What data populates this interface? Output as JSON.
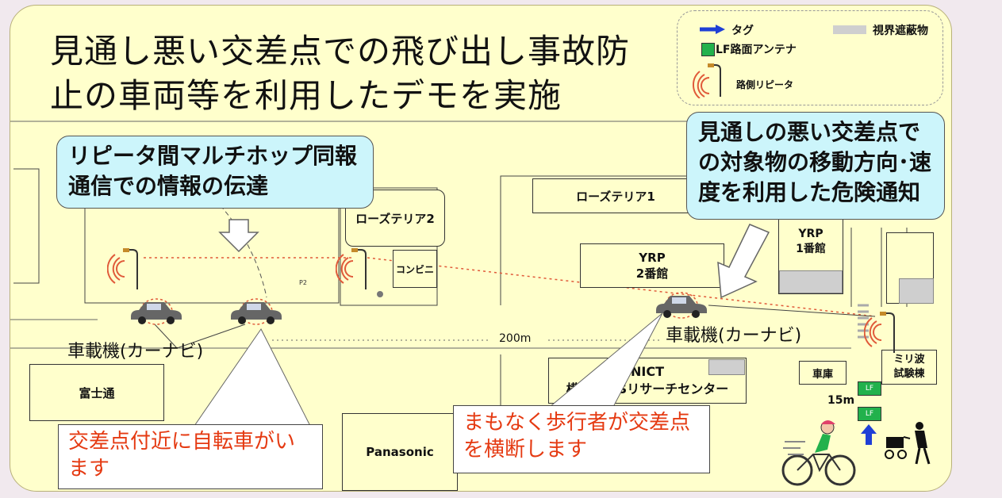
{
  "title": {
    "line1": "見通し悪い交差点での飛び出し事故防",
    "line2": "止の車両等を利用したデモを実施"
  },
  "legend": {
    "tag": "タグ",
    "obstruction": "視界遮蔽物",
    "antenna": "LF路面アンテナ",
    "repeater": "路側リピータ"
  },
  "callouts": {
    "multihop": "リピータ間マルチホップ同報通信での情報の伝達",
    "danger": "見通しの悪い交差点での対象物の移動方向･速度を利用した危険通知",
    "bicycle": "交差点付近に自転車がいます",
    "pedestrian": "まもなく歩行者が交差点を横断します"
  },
  "buildings": {
    "roastaria1": "ローズテリア1",
    "roastaria2": "ローズテリア2",
    "conbini": "コンビニ",
    "yrp2_line1": "YRP",
    "yrp2_line2": "2番館",
    "yrp1_line1": "YRP",
    "yrp1_line2": "1番館",
    "fujitsu": "富士通",
    "panasonic": "Panasonic",
    "nict_line1": "NICT",
    "nict_line2": "横須賀ITSリサーチセンター",
    "garage": "車庫",
    "mmwave_line1": "ミリ波",
    "mmwave_line2": "試験棟"
  },
  "labels": {
    "onboard_left": "車載機(カーナビ)",
    "onboard_right": "車載機(カーナビ)",
    "distance_200": "200m",
    "distance_15": "15m",
    "antenna_text": "LF",
    "p2": "P2"
  },
  "colors": {
    "panel": "#ffffcc",
    "callout_blue": "#ccf5fb",
    "alert_red": "#e53a12",
    "antenna_green": "#22b14c",
    "tag_blue": "#1f3fd6"
  }
}
